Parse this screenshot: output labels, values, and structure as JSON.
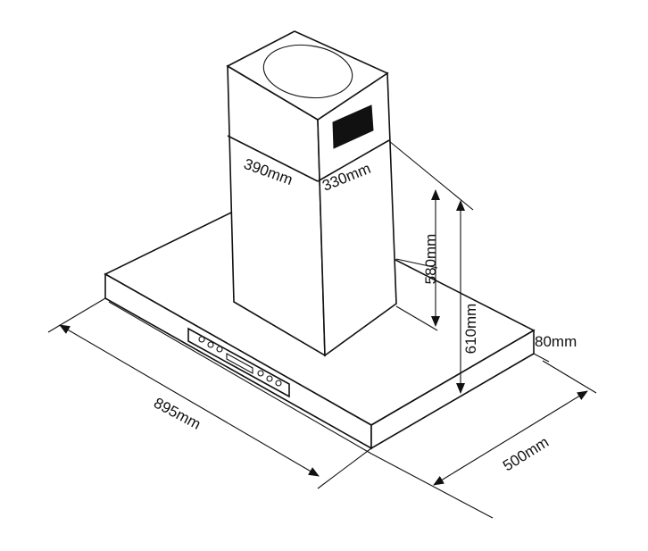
{
  "dimensions": {
    "chimney_width": "390mm",
    "chimney_depth": "330mm",
    "chimney_height": "580mm",
    "total_height": "610mm",
    "canopy_thickness": "80mm",
    "canopy_width": "895mm",
    "canopy_depth": "500mm"
  }
}
